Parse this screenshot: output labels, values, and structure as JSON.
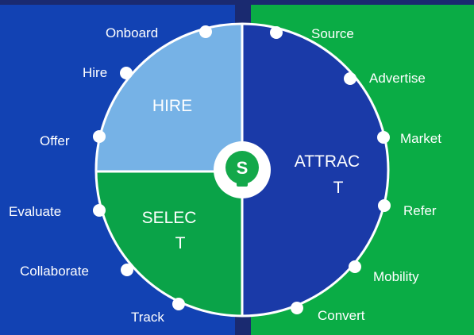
{
  "colors": {
    "left_panel": "#1242b3",
    "right_panel": "#0aac45",
    "frame": "#1a2a70",
    "hire_quadrant": "#76b2e6",
    "select_quadrant": "#0aa348",
    "attract_half": "#1a3aa8",
    "dot": "#ffffff",
    "logo_green": "#13a84a"
  },
  "logo": {
    "letter": "S",
    "icon": "lightbulb-icon"
  },
  "quadrants": {
    "hire": "HIRE",
    "select_line1": "SELEC",
    "select_line2": "T",
    "attract_line1": "ATTRAC",
    "attract_line2": "T"
  },
  "steps": {
    "source": "Source",
    "advertise": "Advertise",
    "market": "Market",
    "refer": "Refer",
    "mobility": "Mobility",
    "convert": "Convert",
    "track": "Track",
    "collaborate": "Collaborate",
    "evaluate": "Evaluate",
    "offer": "Offer",
    "hire": "Hire",
    "onboard": "Onboard"
  }
}
